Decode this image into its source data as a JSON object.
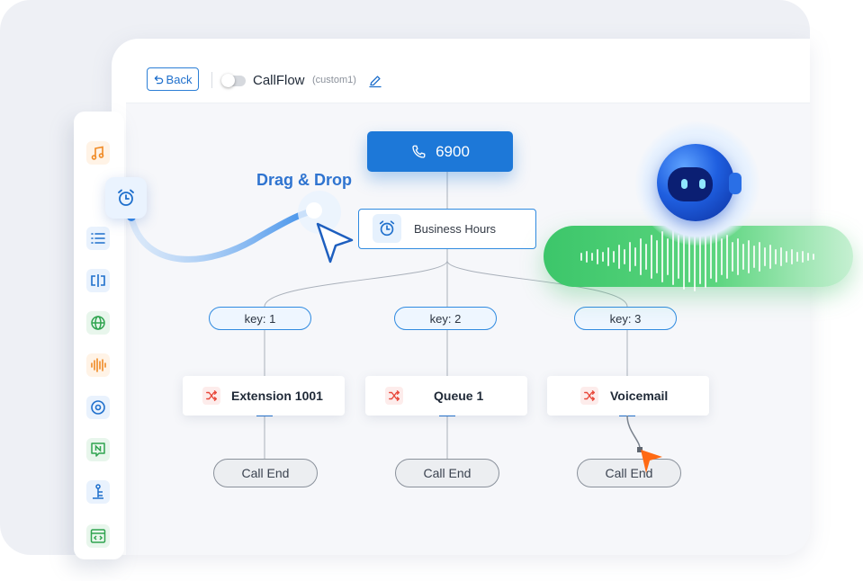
{
  "header": {
    "back_label": "Back",
    "flow_title": "CallFlow",
    "flow_subtitle": "(custom1)",
    "icons": {
      "back": "undo-arrow-icon",
      "edit": "pencil-icon"
    }
  },
  "sidebar": {
    "items": [
      {
        "icon": "music-note-icon",
        "color": "#f08a24"
      },
      {
        "icon": "list-icon",
        "color": "#1e6fcc"
      },
      {
        "icon": "text-cursor-icon",
        "color": "#1e6fcc"
      },
      {
        "icon": "globe-icon",
        "color": "#2fa44f"
      },
      {
        "icon": "audio-wave-icon",
        "color": "#f08a24"
      },
      {
        "icon": "target-icon",
        "color": "#1e6fcc"
      },
      {
        "icon": "notification-n-icon",
        "color": "#2fa44f"
      },
      {
        "icon": "ivr-tree-icon",
        "color": "#1e6fcc"
      },
      {
        "icon": "code-window-icon",
        "color": "#2fa44f"
      }
    ]
  },
  "drag": {
    "label": "Drag & Drop",
    "icon": "alarm-clock-icon"
  },
  "flow": {
    "start_node": {
      "label": "6900",
      "icon": "phone-icon"
    },
    "condition_node": {
      "label": "Business Hours",
      "icon": "alarm-clock-icon"
    },
    "keys": [
      "key: 1",
      "key: 2",
      "key: 3"
    ],
    "actions": [
      {
        "label": "Extension 1001",
        "icon": "shuffle-icon"
      },
      {
        "label": "Queue 1",
        "icon": "shuffle-icon"
      },
      {
        "label": "Voicemail",
        "icon": "shuffle-icon"
      }
    ],
    "ends": [
      "Call End",
      "Call End",
      "Call End"
    ]
  },
  "colors": {
    "accent": "#1d78d8",
    "voice_bar": "#3cc66a",
    "action_icon": "#e8483b",
    "cursor": "#ff6a13"
  },
  "decor": {
    "robot": "robot-assistant-icon",
    "voice": "voice-waveform-icon",
    "cursor": "pointer-cursor-icon"
  }
}
